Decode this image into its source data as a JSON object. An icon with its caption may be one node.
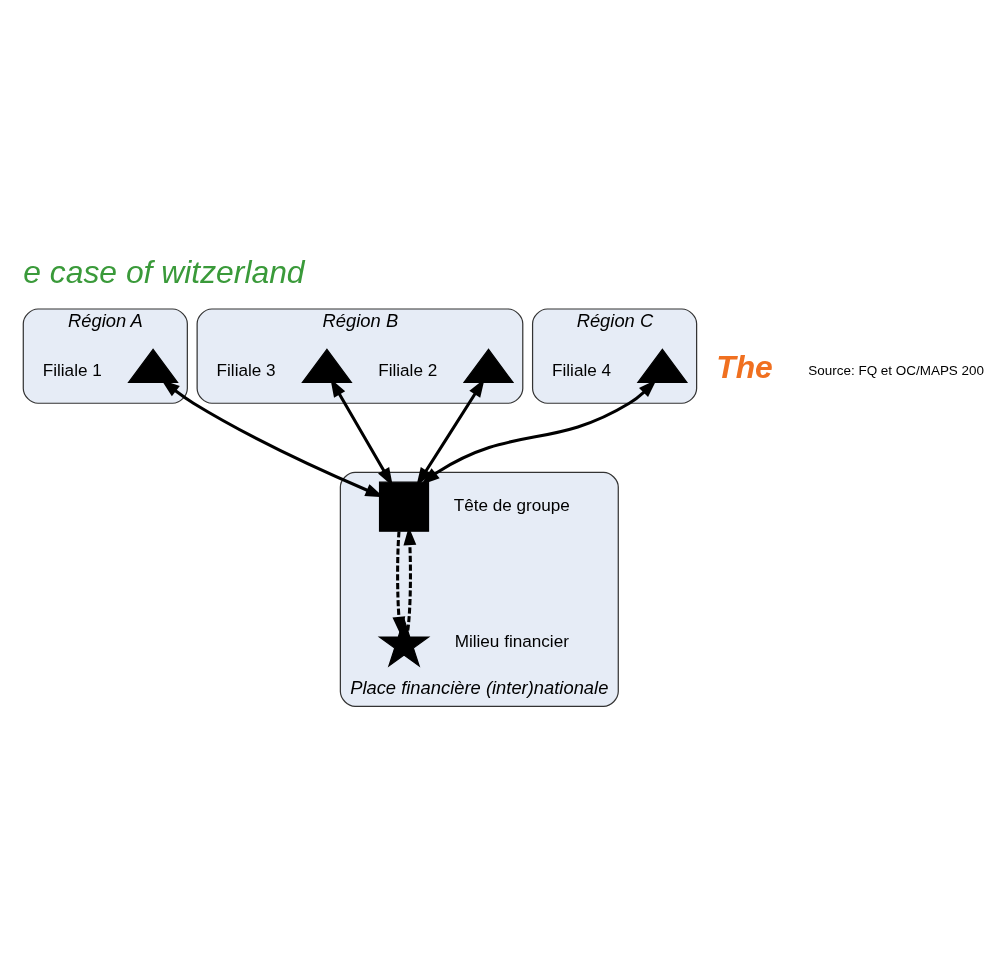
{
  "diagram": {
    "title": "e case of witzerland",
    "nodes": [
      {
        "text": [
          "Région A"
        ]
      },
      {
        "text": [],
        "shape": "triangle",
        "beside": [
          "Filiale 1"
        ],
        "in": 0
      },
      {
        "text": [
          "Région B"
        ]
      },
      {
        "text": [],
        "shape": "triangle",
        "beside": [
          "Filiale 2"
        ],
        "in": 2
      },
      {
        "text": [],
        "shape": "triangle",
        "beside": [
          "Filiale 3"
        ],
        "in": 2
      },
      {
        "text": [
          "Place financière (inter)nationale"
        ]
      },
      {
        "text": [],
        "shape": "box",
        "beside": [
          "Tête de groupe"
        ],
        "in": 5
      },
      {
        "text": [],
        "shape": "star",
        "beside": [
          "Milieu financier"
        ],
        "in": 5
      },
      {
        "text": [
          "Région C"
        ]
      },
      {
        "text": [],
        "shape": "triangle",
        "beside": [
          "Filiale 4"
        ],
        "in": 8
      }
    ],
    "edges": [
      {
        "from": 1,
        "to": 6,
        "arrow": "both"
      },
      {
        "from": 3,
        "to": 6,
        "arrow": "both"
      },
      {
        "from": 4,
        "to": 6,
        "arrow": "both"
      },
      {
        "from": 9,
        "to": 6,
        "arrow": "both"
      },
      {
        "from": 6,
        "to": 7,
        "arrow": "to",
        "style": "dashed"
      },
      {
        "from": 7,
        "to": 6,
        "arrow": "to",
        "style": "dashed"
      }
    ],
    "labels": [
      "The",
      "Source: FQ et OC/MAPS 200"
    ]
  }
}
